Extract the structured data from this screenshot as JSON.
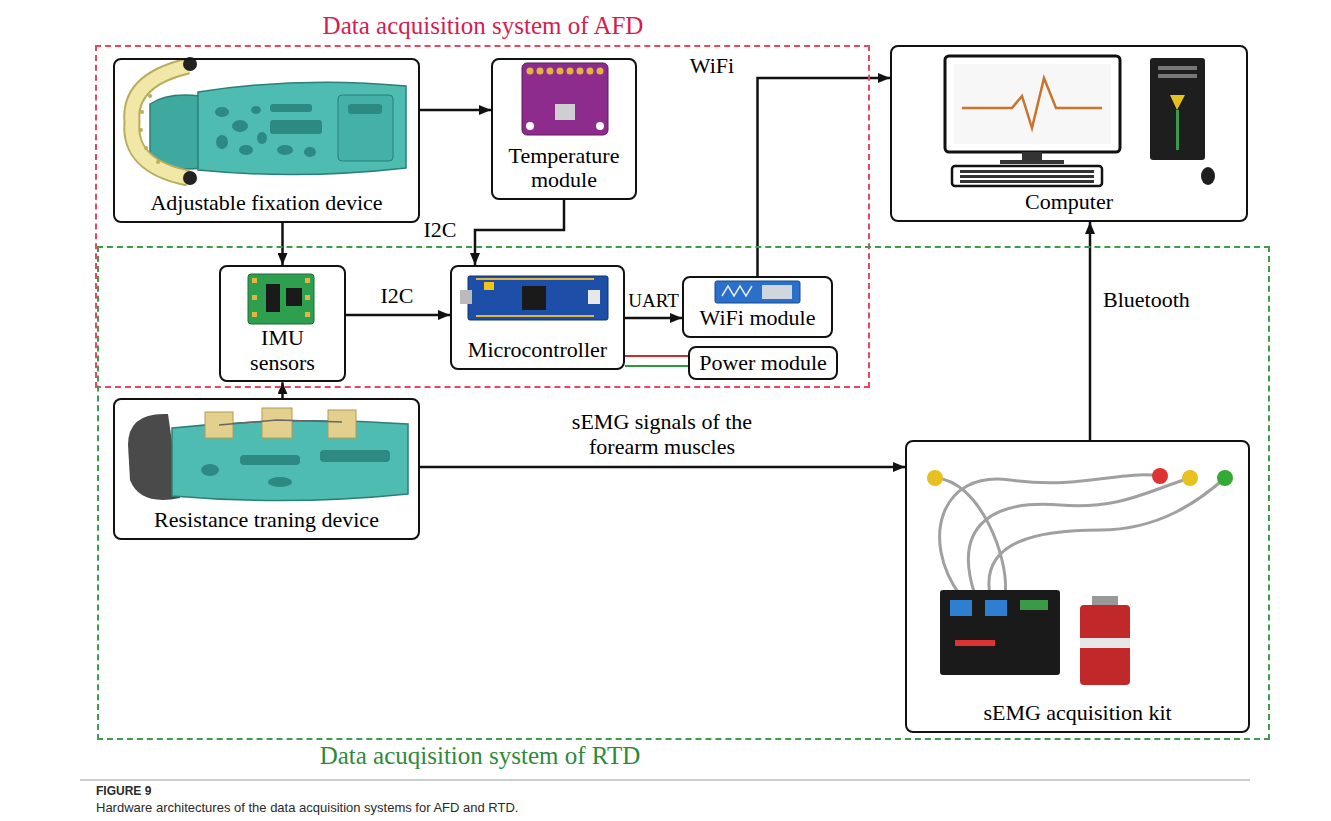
{
  "diagram": {
    "caption": "Hardware architectures of the data acquisition systems for AFD and RTD.",
    "nodes": [
      {
        "text": [
          "Data acquisition system of AFD"
        ]
      },
      {
        "text": [
          "Adjustable fixation device"
        ],
        "in": 0
      },
      {
        "text": [
          "Temperature module"
        ],
        "in": 0
      },
      {
        "text": [
          "Computer"
        ]
      },
      {
        "text": [
          "IMU sensors"
        ],
        "in": 0
      },
      {
        "text": [
          "Microcontroller"
        ],
        "in": 0
      },
      {
        "text": [
          "WiFi module"
        ],
        "in": 0
      },
      {
        "text": [
          "Power module"
        ],
        "in": 0
      },
      {
        "text": [
          "Data acuqisition system of RTD"
        ]
      },
      {
        "text": [
          "Resistance traning device"
        ],
        "in": 8
      },
      {
        "text": [
          "sEMG acquisition kit"
        ],
        "in": 8
      }
    ],
    "edges": [
      {
        "from": 1,
        "to": 2,
        "arrow": "to"
      },
      {
        "from": 1,
        "to": 4,
        "arrow": "to"
      },
      {
        "from": 2,
        "to": 5,
        "label": "I2C",
        "arrow": "to"
      },
      {
        "from": 4,
        "to": 5,
        "label": "I2C",
        "arrow": "to"
      },
      {
        "from": 5,
        "to": 6,
        "label": "UART",
        "arrow": "to"
      },
      {
        "from": 5,
        "to": 7,
        "arrow": "none"
      },
      {
        "from": 6,
        "to": 3,
        "label": "WiFi",
        "arrow": "to"
      },
      {
        "from": 9,
        "to": 4,
        "arrow": "to"
      },
      {
        "from": 9,
        "to": 10,
        "label": "sEMG signals of the forearm muscles",
        "arrow": "to"
      },
      {
        "from": 10,
        "to": 3,
        "label": "Bluetooth",
        "arrow": "to"
      }
    ],
    "labels": [
      "FIGURE 9"
    ]
  }
}
